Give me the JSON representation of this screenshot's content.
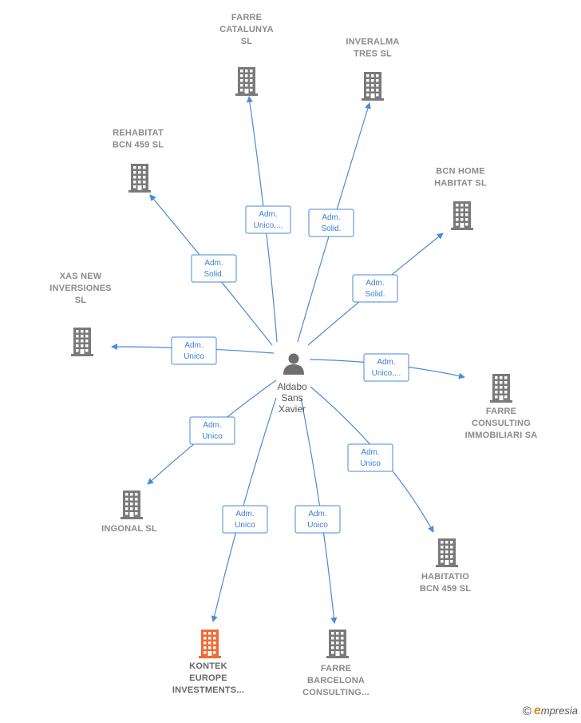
{
  "colors": {
    "edge": "#4a8ad8",
    "building": "#7a7a7a",
    "building_highlight": "#f26a35",
    "person": "#6e6e6e"
  },
  "person": {
    "icon": "person-icon",
    "name_lines": [
      "Aldabo",
      "Sans",
      "Xavier"
    ]
  },
  "companies": [
    {
      "id": "farre-catalunya",
      "lines": [
        "FARRE",
        "CATALUNYA",
        "SL"
      ],
      "highlight": false,
      "edge": [
        "Adm.",
        "Unico,..."
      ]
    },
    {
      "id": "inveralma",
      "lines": [
        "INVERALMA",
        "TRES SL"
      ],
      "highlight": false,
      "edge": [
        "Adm.",
        "Solid."
      ]
    },
    {
      "id": "rehabitat",
      "lines": [
        "REHABITAT",
        "BCN 459  SL"
      ],
      "highlight": false,
      "edge": [
        "Adm.",
        "Solid."
      ]
    },
    {
      "id": "bcn-home",
      "lines": [
        "BCN HOME",
        "HABITAT  SL"
      ],
      "highlight": false,
      "edge": [
        "Adm.",
        "Solid."
      ]
    },
    {
      "id": "xas-new",
      "lines": [
        "XAS NEW",
        "INVERSIONES",
        "SL"
      ],
      "highlight": false,
      "edge": [
        "Adm.",
        "Unico"
      ]
    },
    {
      "id": "farre-consulting",
      "lines": [
        "FARRE",
        "CONSULTING",
        "IMMOBILIARI SA"
      ],
      "highlight": false,
      "edge": [
        "Adm.",
        "Unico,..."
      ]
    },
    {
      "id": "ingonal",
      "lines": [
        "INGONAL SL"
      ],
      "highlight": false,
      "edge": [
        "Adm.",
        "Unico"
      ]
    },
    {
      "id": "habitatio",
      "lines": [
        "HABITATIO",
        "BCN 459  SL"
      ],
      "highlight": false,
      "edge": [
        "Adm.",
        "Unico"
      ]
    },
    {
      "id": "kontek",
      "lines": [
        "KONTEK",
        "EUROPE",
        "INVESTMENTS..."
      ],
      "highlight": true,
      "edge": [
        "Adm.",
        "Unico"
      ]
    },
    {
      "id": "farre-barcelona",
      "lines": [
        "FARRE",
        "BARCELONA",
        "CONSULTING..."
      ],
      "highlight": false,
      "edge": [
        "Adm.",
        "Unico"
      ]
    }
  ],
  "brand": {
    "copyright": "©",
    "initial": "e",
    "rest": "mpresia"
  }
}
